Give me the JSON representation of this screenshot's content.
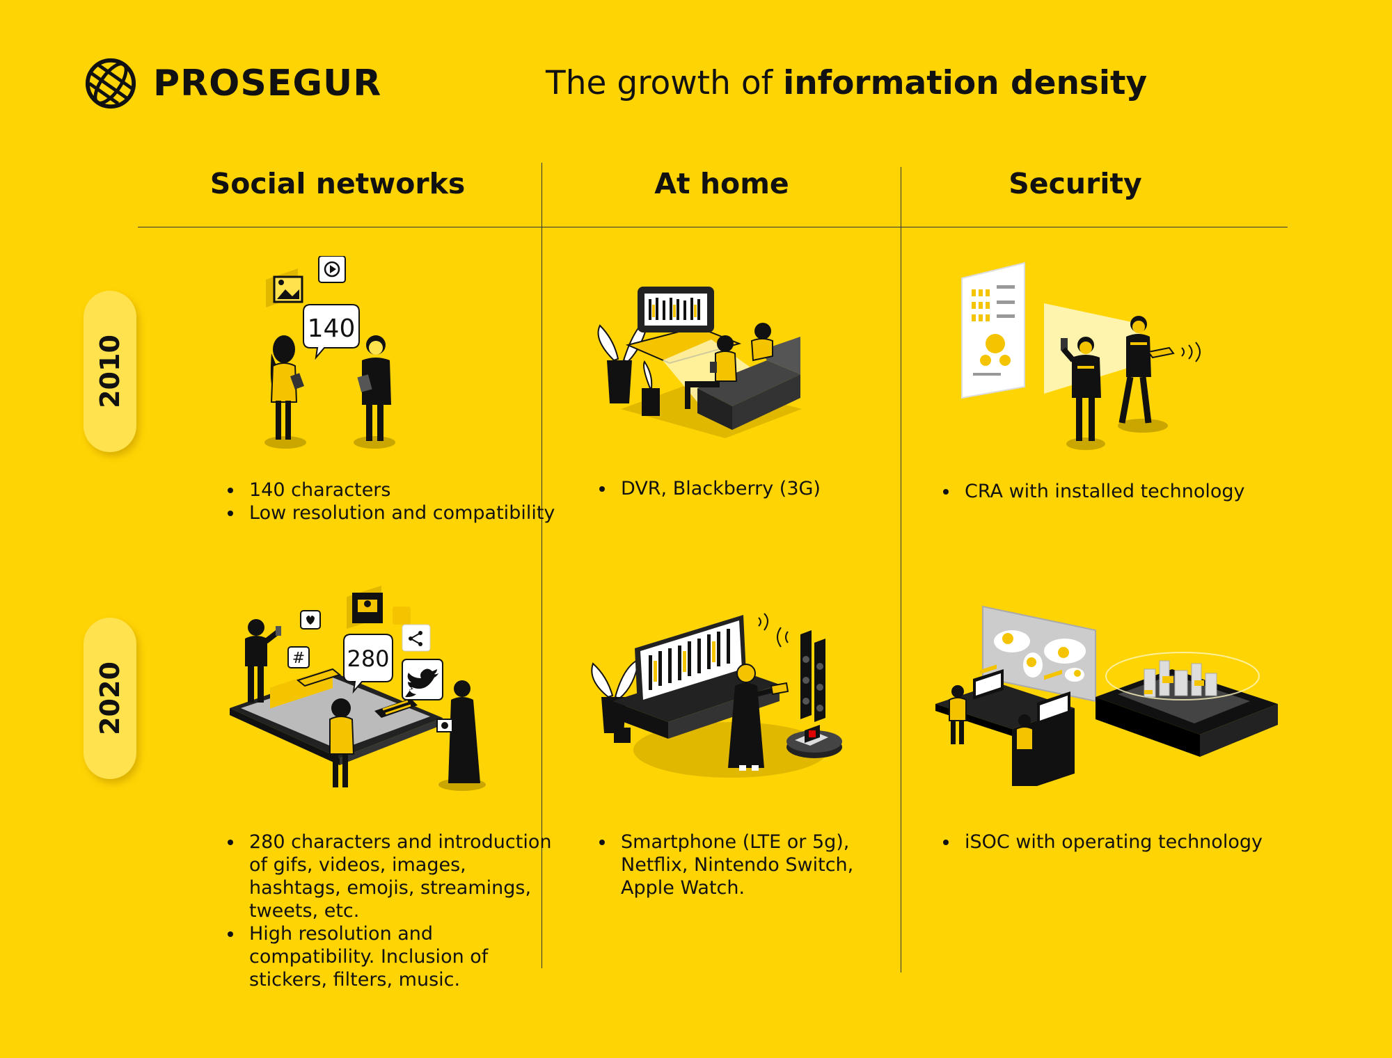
{
  "header": {
    "brand": "PROSEGUR",
    "title_light": "The growth of ",
    "title_bold": "information density"
  },
  "columns": [
    "Social networks",
    "At home",
    "Security"
  ],
  "years": [
    "2010",
    "2020"
  ],
  "illustrations": {
    "sn_2010_bubble": "140",
    "sn_2020_bubble": "280"
  },
  "cells": {
    "sn_2010": [
      " 140 characters",
      "Low resolution and compatibility"
    ],
    "home_2010": [
      "DVR, Blackberry (3G)"
    ],
    "sec_2010": [
      " CRA with installed technology"
    ],
    "sn_2020": [
      " 280 characters and introduction of gifs, videos, images, hashtags, emojis, streamings, tweets, etc.",
      "High resolution and compatibility. Inclusion of stickers, filters, music."
    ],
    "home_2020": [
      "Smartphone (LTE or 5g), Netflix, Nintendo Switch, Apple Watch."
    ],
    "sec_2020": [
      "iSOC with operating technology"
    ]
  },
  "colors": {
    "background": "#FFD404",
    "ink": "#111111",
    "pill": "#FFE24D",
    "accent": "#F4C400"
  }
}
